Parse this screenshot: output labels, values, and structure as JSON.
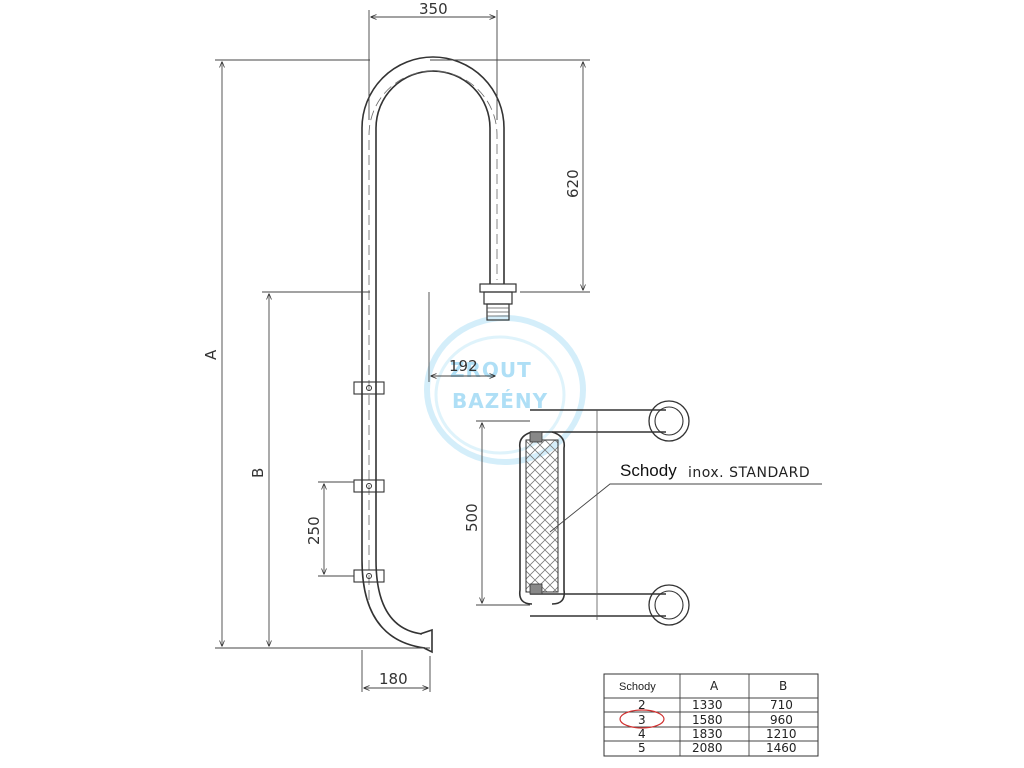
{
  "dimensions": {
    "top_width": "350",
    "upper_height": "620",
    "overall_height": "A",
    "lower_height": "B",
    "offset": "192",
    "step_pitch": "250",
    "step_height": "500",
    "foot_width": "180"
  },
  "callout": {
    "label": "Schody",
    "subtitle": "inox. STANDARD"
  },
  "watermark": {
    "line1": "ZROUT",
    "line2": "BAZÉNY"
  },
  "table": {
    "headers": [
      "Schody",
      "A",
      "B"
    ],
    "rows": [
      [
        "2",
        "1330",
        "710"
      ],
      [
        "3",
        "1580",
        "960"
      ],
      [
        "4",
        "1830",
        "1210"
      ],
      [
        "5",
        "2080",
        "1460"
      ]
    ],
    "highlighted_row": 1,
    "highlight_color": "#d0302f"
  },
  "colors": {
    "line": "#333333",
    "watermark": "#6ec6ef"
  }
}
